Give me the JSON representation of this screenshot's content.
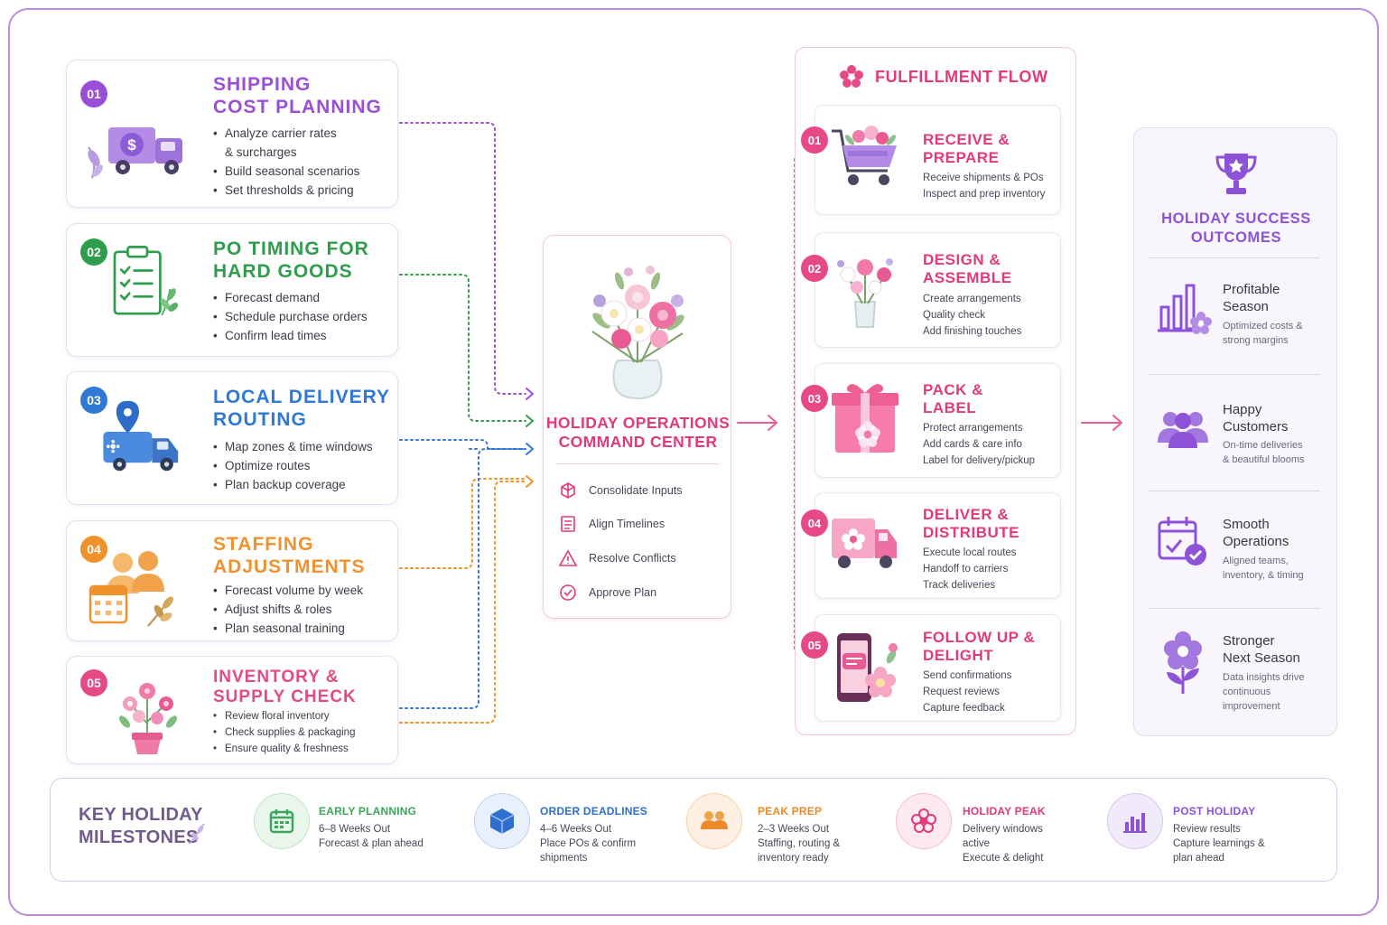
{
  "planning_cards": [
    {
      "num": "01",
      "title_lines": [
        "SHIPPING",
        "COST PLANNING"
      ],
      "color": "#9b4fd8",
      "icon": "delivery-truck-dollar-icon",
      "bullets": [
        "Analyze carrier rates",
        "Build seasonal scenarios",
        "Set thresholds & pricing"
      ],
      "bullet_cont": "& surcharges"
    },
    {
      "num": "02",
      "title_lines": [
        "PO TIMING FOR",
        "HARD GOODS"
      ],
      "color": "#2f9e4c",
      "icon": "clipboard-checklist-icon",
      "bullets": [
        "Forecast demand",
        "Schedule purchase orders",
        "Confirm lead times"
      ]
    },
    {
      "num": "03",
      "title_lines": [
        "LOCAL DELIVERY",
        "ROUTING"
      ],
      "color": "#2f78d6",
      "icon": "delivery-van-map-pin-icon",
      "bullets": [
        "Map zones & time windows",
        "Optimize routes",
        "Plan backup coverage"
      ]
    },
    {
      "num": "04",
      "title_lines": [
        "STAFFING",
        "ADJUSTMENTS"
      ],
      "color": "#f0922c",
      "icon": "staff-calendar-icon",
      "bullets": [
        "Forecast volume by week",
        "Adjust shifts & roles",
        "Plan seasonal training"
      ]
    },
    {
      "num": "05",
      "title_lines": [
        "INVENTORY &",
        "SUPPLY CHECK"
      ],
      "color": "#e44b86",
      "icon": "potted-flowers-icon",
      "bullets": [
        "Review floral inventory",
        "Check supplies & packaging",
        "Ensure quality & freshness"
      ]
    }
  ],
  "command_center": {
    "title_lines": [
      "HOLIDAY OPERATIONS",
      "COMMAND CENTER"
    ],
    "icon": "flower-bouquet-vase-icon",
    "items": [
      {
        "label": "Consolidate Inputs",
        "icon": "consolidate-icon"
      },
      {
        "label": "Align Timelines",
        "icon": "timeline-list-icon"
      },
      {
        "label": "Resolve Conflicts",
        "icon": "warning-icon"
      },
      {
        "label": "Approve Plan",
        "icon": "check-circle-icon"
      }
    ]
  },
  "fulfillment": {
    "title": "FULFILLMENT FLOW",
    "icon": "flower-icon",
    "steps": [
      {
        "num": "01",
        "title_lines": [
          "RECEIVE &",
          "PREPARE"
        ],
        "lines": [
          "Receive shipments & POs",
          "Inspect and prep inventory"
        ],
        "icon": "flower-cart-icon"
      },
      {
        "num": "02",
        "title_lines": [
          "DESIGN &",
          "ASSEMBLE"
        ],
        "lines": [
          "Create arrangements",
          "Quality check",
          "Add finishing touches"
        ],
        "icon": "bouquet-vase-icon"
      },
      {
        "num": "03",
        "title_lines": [
          "PACK &",
          "LABEL"
        ],
        "lines": [
          "Protect arrangements",
          "Add cards & care info",
          "Label for delivery/pickup"
        ],
        "icon": "gift-box-icon"
      },
      {
        "num": "04",
        "title_lines": [
          "DELIVER &",
          "DISTRIBUTE"
        ],
        "lines": [
          "Execute local routes",
          "Handoff to carriers",
          "Track deliveries"
        ],
        "icon": "pink-delivery-truck-icon"
      },
      {
        "num": "05",
        "title_lines": [
          "FOLLOW UP &",
          "DELIGHT"
        ],
        "lines": [
          "Send confirmations",
          "Request reviews",
          "Capture feedback"
        ],
        "icon": "phone-message-icon"
      }
    ]
  },
  "outcomes": {
    "title_lines": [
      "HOLIDAY SUCCESS",
      "OUTCOMES"
    ],
    "icon": "trophy-icon",
    "items": [
      {
        "head_lines": [
          "Profitable",
          "Season"
        ],
        "desc_lines": [
          "Optimized costs &",
          "strong margins"
        ],
        "icon": "bar-chart-icon"
      },
      {
        "head_lines": [
          "Happy",
          "Customers"
        ],
        "desc_lines": [
          "On-time deliveries",
          "& beautiful blooms"
        ],
        "icon": "people-icon"
      },
      {
        "head_lines": [
          "Smooth",
          "Operations"
        ],
        "desc_lines": [
          "Aligned teams,",
          "inventory, & timing"
        ],
        "icon": "calendar-check-icon"
      },
      {
        "head_lines": [
          "Stronger",
          "Next Season"
        ],
        "desc_lines": [
          "Data insights drive",
          "continuous",
          "improvement"
        ],
        "icon": "growing-flower-icon"
      }
    ]
  },
  "milestones": {
    "title_lines": [
      "KEY HOLIDAY",
      "MILESTONES"
    ],
    "items": [
      {
        "head": "EARLY PLANNING",
        "lines": [
          "6–8 Weeks Out",
          "Forecast & plan ahead"
        ],
        "color": "#3aa85a",
        "icon": "calendar-icon"
      },
      {
        "head": "ORDER DEADLINES",
        "lines": [
          "4–6 Weeks Out",
          "Place POs & confirm",
          "shipments"
        ],
        "color": "#2f6fd0",
        "icon": "box-icon"
      },
      {
        "head": "PEAK PREP",
        "lines": [
          "2–3 Weeks Out",
          "Staffing, routing &",
          "inventory ready"
        ],
        "color": "#ee8a2a",
        "icon": "team-icon"
      },
      {
        "head": "HOLIDAY PEAK",
        "lines": [
          "Delivery windows",
          "active",
          "Execute & delight"
        ],
        "color": "#e23a7a",
        "icon": "flower-badge-icon"
      },
      {
        "head": "POST HOLIDAY",
        "lines": [
          "Review results",
          "Capture learnings &",
          "plan ahead"
        ],
        "color": "#8d52d8",
        "icon": "bar-chart-icon"
      }
    ]
  }
}
